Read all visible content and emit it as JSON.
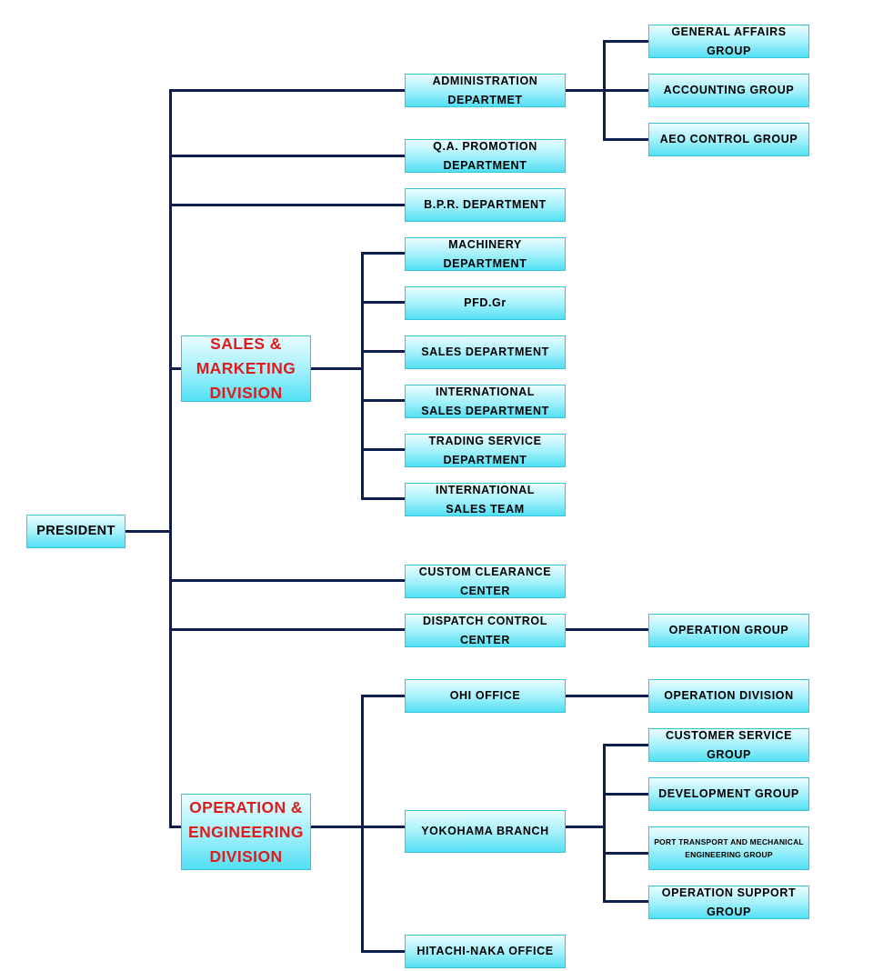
{
  "president": "PRESIDENT",
  "direct_units": {
    "administration": "ADMINISTRATION\nDEPARTMET",
    "qa_promotion": "Q.A. PROMOTION\nDEPARTMENT",
    "bpr": "B.P.R. DEPARTMENT",
    "custom_clearance": "CUSTOM CLEARANCE\nCENTER",
    "dispatch_control": "DISPATCH CONTROL\nCENTER"
  },
  "administration_groups": {
    "general_affairs": "GENERAL AFFAIRS\nGROUP",
    "accounting": "ACCOUNTING GROUP",
    "aeo_control": "AEO CONTROL GROUP"
  },
  "dispatch_groups": {
    "operation": "OPERATION GROUP"
  },
  "sales_division": {
    "label": "SALES &\nMARKETING\nDIVISION",
    "units": {
      "machinery": "MACHINERY\nDEPARTMENT",
      "pfd": "PFD.Gr",
      "sales": "SALES  DEPARTMENT",
      "international_sales": "INTERNATIONAL\nSALES  DEPARTMENT",
      "trading_service": "TRADING  SERVICE\nDEPARTMENT",
      "international_team": "INTERNATIONAL\nSALES  TEAM"
    }
  },
  "operation_division": {
    "label": "OPERATION &\nENGINEERING\nDIVISION",
    "units": {
      "ohi_office": "OHI  OFFICE",
      "yokohama_branch": "YOKOHAMA  BRANCH",
      "hitachi_naka": "HITACHI-NAKA OFFICE"
    },
    "ohi_groups": {
      "operation_division": "OPERATION DIVISION"
    },
    "yokohama_groups": {
      "customer_service": "CUSTOMER SERVICE\nGROUP",
      "development": "DEVELOPMENT GROUP",
      "port_transport": "PORT TRANSPORT AND MECHANICAL\nENGINEERING  GROUP",
      "operation_support": "OPERATION SUPPORT\nGROUP"
    }
  },
  "colors": {
    "connector": "#0d1f4a",
    "box_fill": "#9ff0fb",
    "division_text": "#e01b1b"
  }
}
